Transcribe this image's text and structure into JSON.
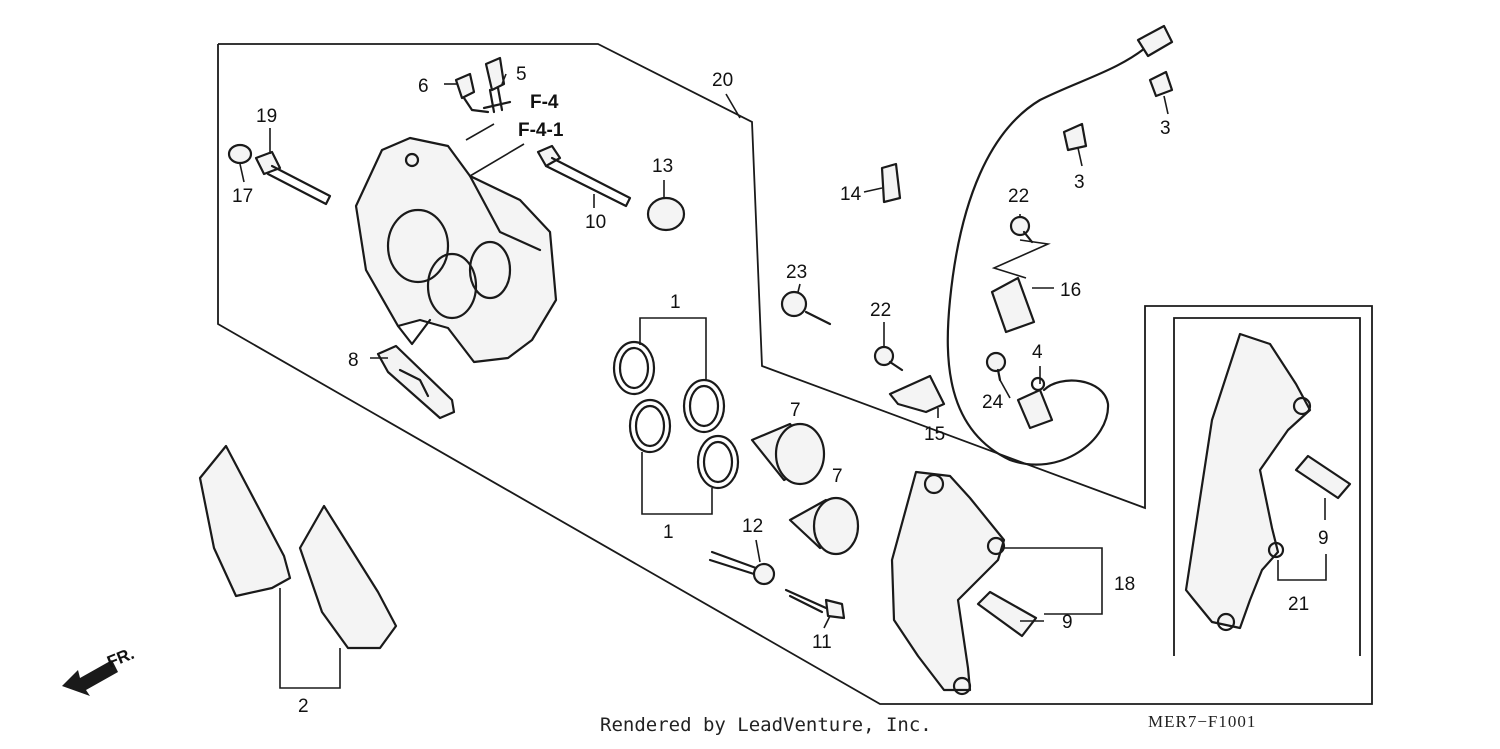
{
  "diagram": {
    "callouts": {
      "c1a": "1",
      "c1b": "1",
      "c2": "2",
      "c3a": "3",
      "c3b": "3",
      "c4": "4",
      "c5": "5",
      "c6": "6",
      "c7a": "7",
      "c7b": "7",
      "c8": "8",
      "c9a": "9",
      "c9b": "9",
      "c10": "10",
      "c11": "11",
      "c12": "12",
      "c13": "13",
      "c14": "14",
      "c15": "15",
      "c16": "16",
      "c17": "17",
      "c18": "18",
      "c19": "19",
      "c20": "20",
      "c21": "21",
      "c22a": "22",
      "c22b": "22",
      "c23": "23",
      "c24": "24"
    },
    "references": {
      "ref_a": "F-4",
      "ref_b": "F-4-1"
    },
    "front_indicator": "FR.",
    "footer_credit": "Rendered by LeadVenture, Inc.",
    "diagram_code": "MER7−F1001"
  }
}
